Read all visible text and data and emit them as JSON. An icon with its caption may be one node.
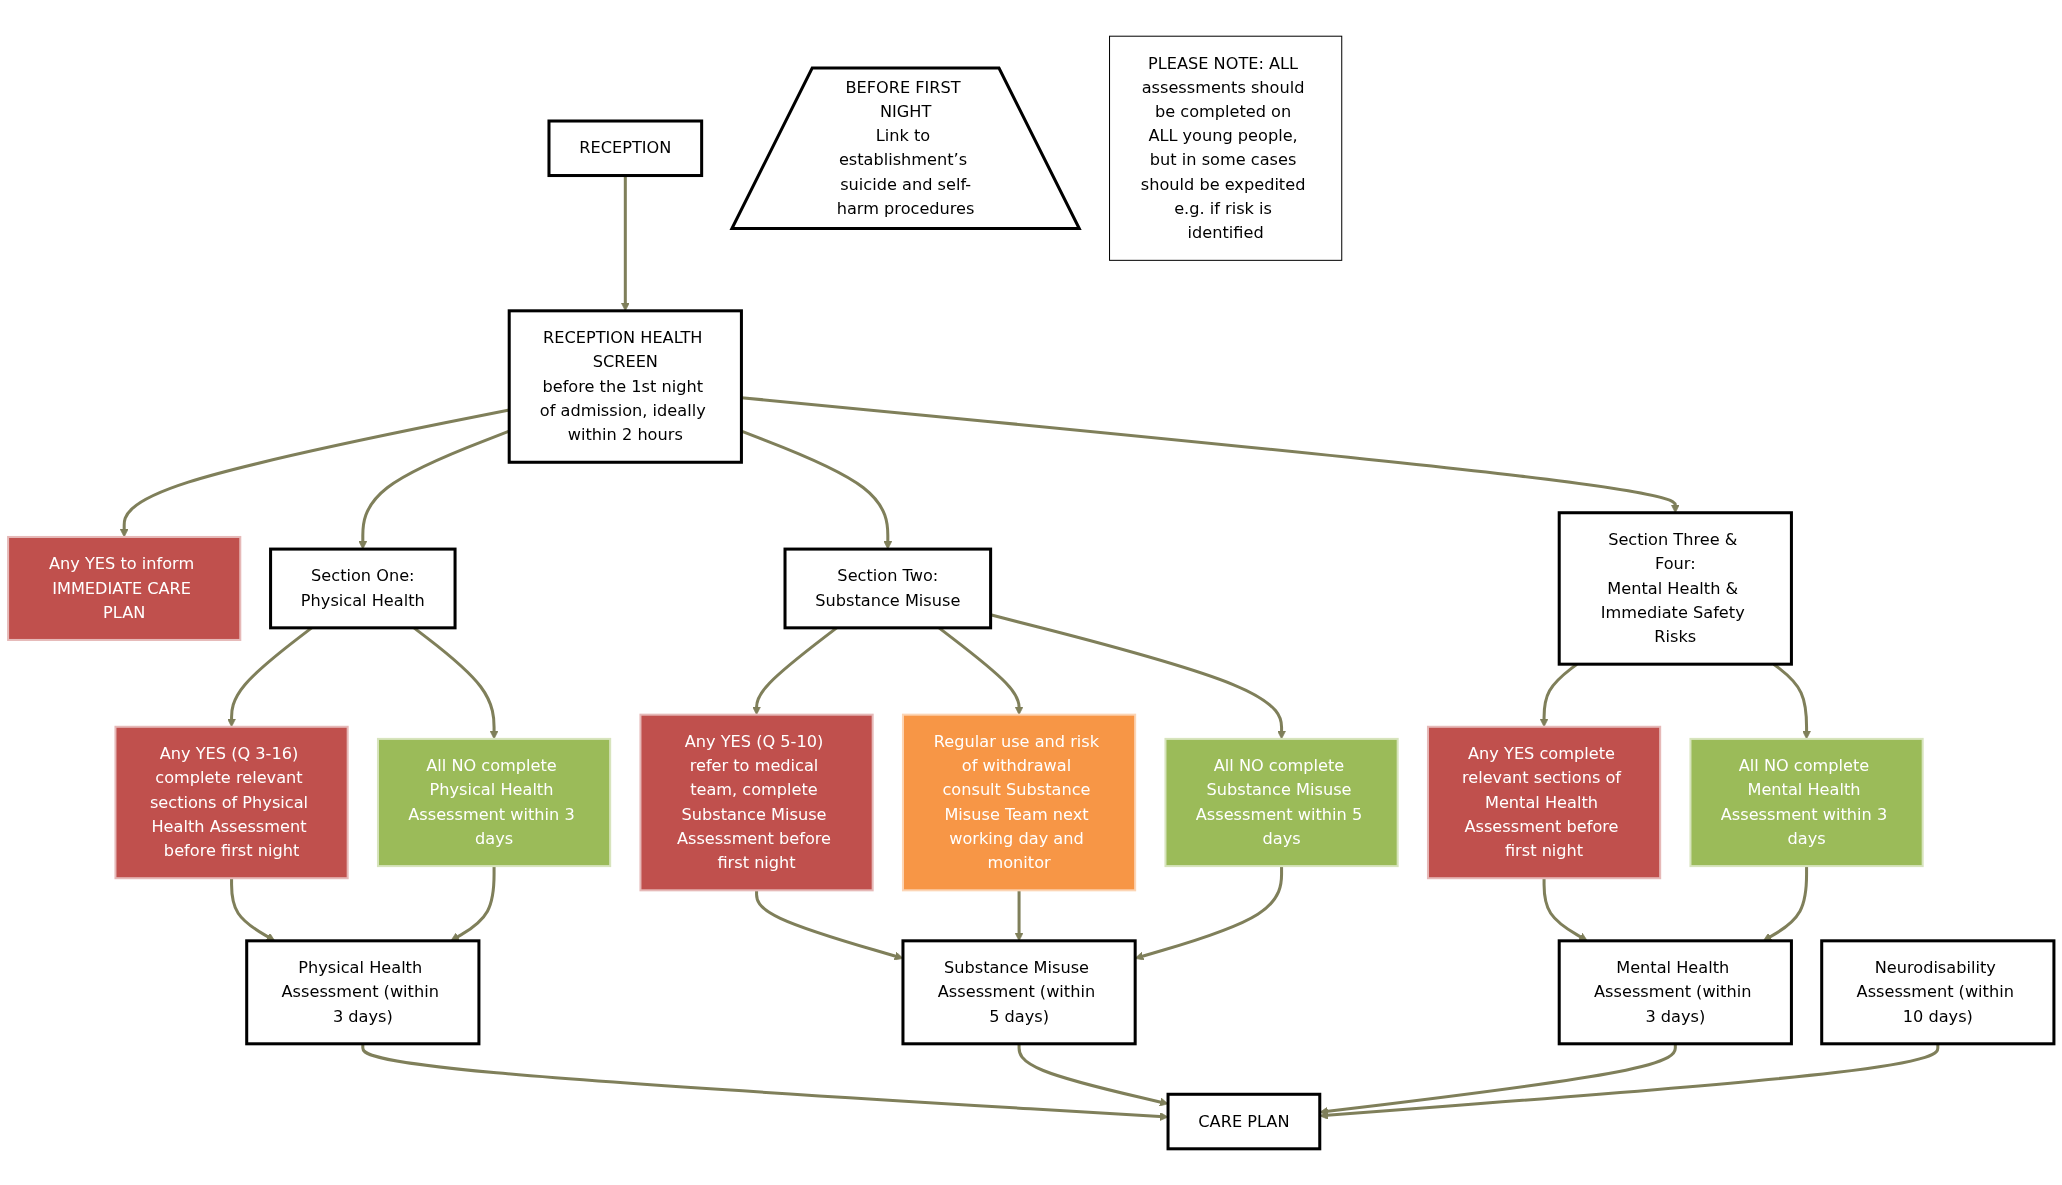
{
  "diagram": {
    "nodes": [
      {
        "text": [
          "RECEPTION"
        ]
      },
      {
        "text": [
          "RECEPTION HEALTH SCREEN",
          "before the 1st night of admission, ideally within 2 hours"
        ]
      },
      {
        "text": [
          "Any YES to inform IMMEDIATE CARE PLAN"
        ]
      },
      {
        "text": [
          "Section One:",
          "Physical Health"
        ]
      },
      {
        "text": [
          "Section Two:",
          "Substance Misuse"
        ]
      },
      {
        "text": [
          "Section Three & Four:",
          "Mental Health & Immediate Safety Risks"
        ]
      },
      {
        "text": [
          "Any YES (Q 3-16) complete relevant sections of Physical Health Assessment before first night"
        ]
      },
      {
        "text": [
          "All NO complete Physical Health Assessment within 3 days"
        ]
      },
      {
        "text": [
          "Any YES (Q 5-10) refer to medical team, complete Substance Misuse Assessment before first night"
        ]
      },
      {
        "text": [
          "Regular use and risk of withdrawal consult Substance Misuse Team next working day and monitor"
        ]
      },
      {
        "text": [
          "All NO complete Substance Misuse Assessment within 5 days"
        ]
      },
      {
        "text": [
          "Any YES complete relevant sections of Mental Health Assessment before first night"
        ]
      },
      {
        "text": [
          "All NO complete Mental Health Assessment within 3 days"
        ]
      },
      {
        "text": [
          "Physical Health Assessment (within 3 days)"
        ]
      },
      {
        "text": [
          "Substance Misuse Assessment (within 5 days)"
        ]
      },
      {
        "text": [
          "Mental Health Assessment (within 3 days)"
        ]
      },
      {
        "text": [
          "Neurodisability Assessment (within 10 days)"
        ]
      },
      {
        "text": [
          "CARE PLAN"
        ]
      },
      {
        "text": [
          "BEFORE FIRST NIGHT",
          "Link to establishment’s suicide and self-harm procedures"
        ]
      },
      {
        "text": [
          "PLEASE NOTE: ALL assessments should be completed on ALL young people, but in some cases should be expedited e.g. if risk is identified"
        ]
      }
    ],
    "edges": [
      {
        "from": 0,
        "to": 1,
        "arrow": "to"
      },
      {
        "from": 1,
        "to": 2,
        "arrow": "to"
      },
      {
        "from": 1,
        "to": 3,
        "arrow": "to"
      },
      {
        "from": 1,
        "to": 4,
        "arrow": "to"
      },
      {
        "from": 1,
        "to": 5,
        "arrow": "to"
      },
      {
        "from": 3,
        "to": 6,
        "arrow": "to"
      },
      {
        "from": 3,
        "to": 7,
        "arrow": "to"
      },
      {
        "from": 4,
        "to": 8,
        "arrow": "to"
      },
      {
        "from": 4,
        "to": 9,
        "arrow": "to"
      },
      {
        "from": 4,
        "to": 10,
        "arrow": "to"
      },
      {
        "from": 5,
        "to": 11,
        "arrow": "to"
      },
      {
        "from": 5,
        "to": 12,
        "arrow": "to"
      },
      {
        "from": 6,
        "to": 13,
        "arrow": "to"
      },
      {
        "from": 7,
        "to": 13,
        "arrow": "to"
      },
      {
        "from": 8,
        "to": 14,
        "arrow": "to"
      },
      {
        "from": 9,
        "to": 14,
        "arrow": "to"
      },
      {
        "from": 10,
        "to": 14,
        "arrow": "to"
      },
      {
        "from": 11,
        "to": 15,
        "arrow": "to"
      },
      {
        "from": 12,
        "to": 15,
        "arrow": "to"
      },
      {
        "from": 13,
        "to": 17,
        "arrow": "to"
      },
      {
        "from": 14,
        "to": 17,
        "arrow": "to"
      },
      {
        "from": 15,
        "to": 17,
        "arrow": "to"
      },
      {
        "from": 16,
        "to": 17,
        "arrow": "to"
      }
    ]
  }
}
